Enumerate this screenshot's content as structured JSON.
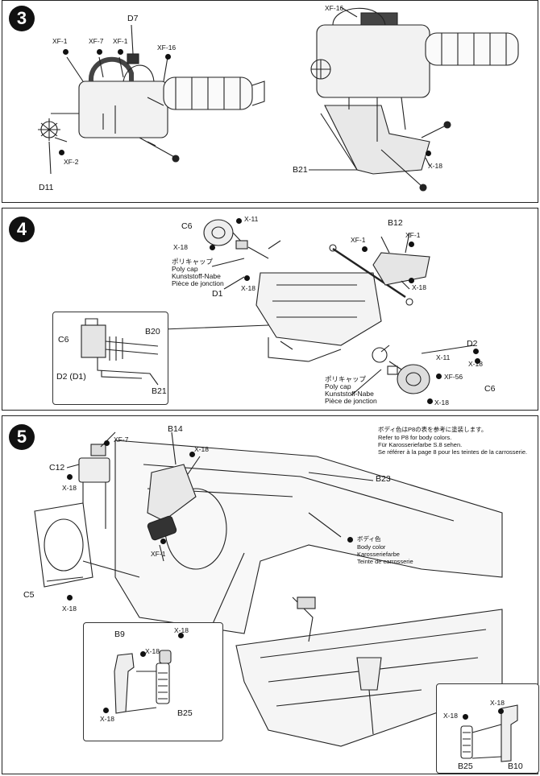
{
  "step3": {
    "number": "3",
    "labels": {
      "d7": "D7",
      "xf1_a": "XF-1",
      "xf7": "XF-7",
      "xf1_b": "XF-1",
      "xf16_a": "XF-16",
      "xf2": "XF-2",
      "d11": "D11",
      "xf16_b": "XF-16",
      "b21": "B21",
      "x18": "X-18"
    }
  },
  "step4": {
    "number": "4",
    "labels": {
      "c6_top": "C6",
      "x11_top": "X-11",
      "x18_top": "X-18",
      "polycap_jp": "ポリキャップ",
      "polycap_en": "Poly cap",
      "polycap_de": "Kunststoff-Nabe",
      "polycap_fr": "Pièce de jonction",
      "x18_mid": "X-18",
      "d1": "D1",
      "b12": "B12",
      "xf1_a": "XF-1",
      "xf1_b": "XF-1",
      "x18_right": "X-18",
      "inset_c6": "C6",
      "inset_b20": "B20",
      "inset_d2d1": "D2 (D1)",
      "inset_b21": "B21",
      "d2": "D2",
      "x11_bottom": "X-11",
      "x18_bottom": "X-18",
      "polycap2_jp": "ポリキャップ",
      "polycap2_en": "Poly cap",
      "polycap2_de": "Kunststoff-Nabe",
      "polycap2_fr": "Pièce de jonction",
      "xf56": "XF-56",
      "c6_bottom": "C6",
      "x18_last": "X-18"
    }
  },
  "step5": {
    "number": "5",
    "notes": {
      "jp": "ボディ色はP8の表を参考に塗装します。",
      "en": "Refer to P8 for body colors.",
      "de": "Für Karosseriefarbe S.8 sehen.",
      "fr": "Se référer à la page 8 pour les teintes de la carrosserie."
    },
    "body_color": {
      "jp": "ボディ色",
      "en": "Body color",
      "de": "Karosseriefarbe",
      "fr": "Teinte de carrosserie"
    },
    "labels": {
      "xf7": "XF-7",
      "b14": "B14",
      "x18_a": "X-18",
      "c12": "C12",
      "x18_b": "X-18",
      "b23": "B23",
      "xf1": "XF-1",
      "c5": "C5",
      "x18_c": "X-18",
      "b9": "B9",
      "x18_d": "X-18",
      "x18_e": "X-18",
      "b25_a": "B25",
      "x18_f": "X-18",
      "b25_b": "B25",
      "b10": "B10"
    }
  }
}
